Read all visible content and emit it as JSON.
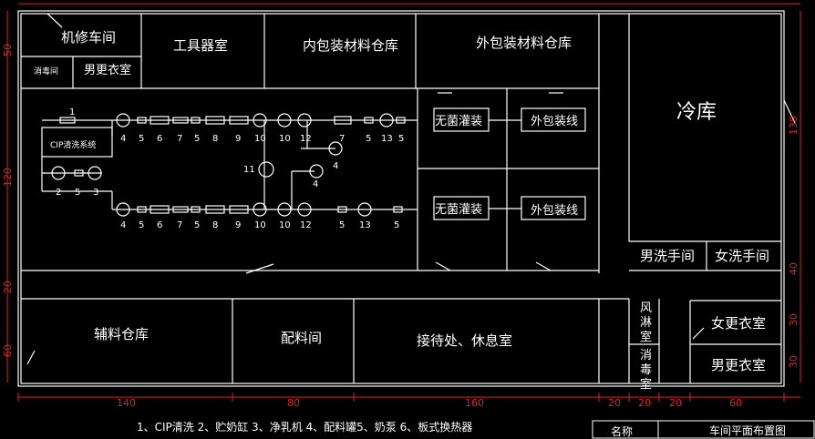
{
  "rooms": {
    "repair": "机修车间",
    "tools": "工具器室",
    "inner_pack_store": "内包装材料仓库",
    "outer_pack_store": "外包装材料仓库",
    "disinfect_small": "消毒间",
    "male_changing_small": "男更衣室",
    "cold_storage": "冷库",
    "cip_system": "CIP清洗系统",
    "aseptic_fill_1": "无菌灌装",
    "aseptic_fill_2": "无菌灌装",
    "outer_pack_line_1": "外包装线",
    "outer_pack_line_2": "外包装线",
    "male_wash": "男洗手间",
    "female_wash": "女洗手间",
    "aux_store": "辅料仓库",
    "batching": "配料间",
    "reception": "接待处、休息室",
    "air_shower": [
      "风",
      "淋",
      "室"
    ],
    "disinfect_room": [
      "消",
      "毒",
      "室"
    ],
    "female_changing": "女更衣室",
    "male_changing": "男更衣室"
  },
  "equipment_labels": {
    "row1": [
      "4",
      "5",
      "6",
      "7",
      "5",
      "8",
      "9",
      "10",
      "10",
      "12",
      "7",
      "5",
      "13",
      "5"
    ],
    "row2": [
      "4",
      "5",
      "6",
      "7",
      "5",
      "8",
      "9",
      "10",
      "10",
      "12",
      "5",
      "13",
      "5"
    ],
    "cip_tag": "1",
    "cip_bottom": [
      "2",
      "5",
      "3"
    ],
    "mid": [
      "11",
      "4",
      "4"
    ]
  },
  "dimensions": {
    "bottom": [
      "140",
      "80",
      "160",
      "20",
      "20",
      "20",
      "60"
    ],
    "left": [
      "50",
      "120",
      "20",
      "60"
    ],
    "right": [
      "40",
      "30",
      "30"
    ],
    "right_top": "130"
  },
  "legend": "1、CIP清洗 2、贮奶缸 3、净乳机 4、配料罐5、奶泵 6、板式换热器",
  "title_block": {
    "name_label": "名称",
    "title": "车间平面布置图"
  }
}
